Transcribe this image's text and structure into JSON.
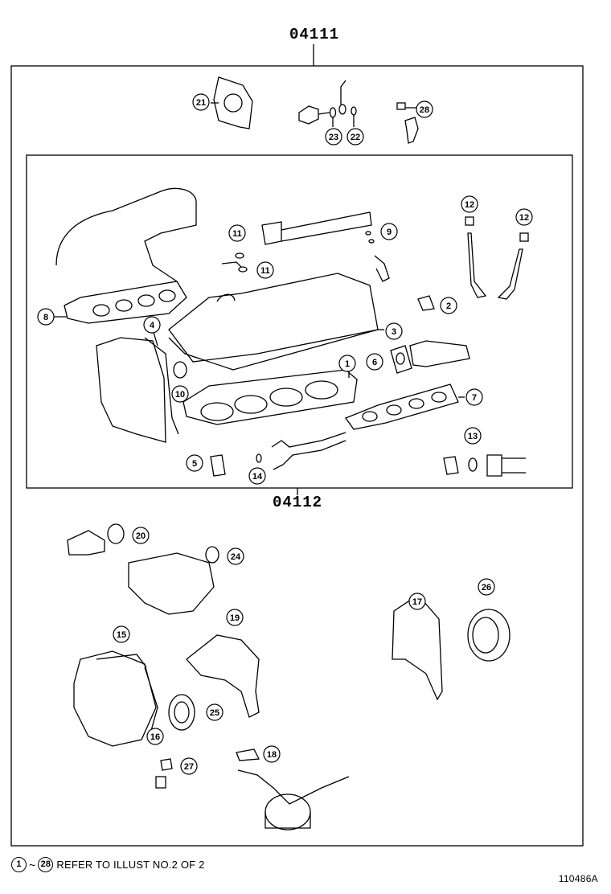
{
  "diagram": {
    "kit_outer_label": "04111",
    "kit_inner_label": "04112",
    "drawing_id": "110486A",
    "footnote": {
      "start": "1",
      "tilde": "~",
      "end": "28",
      "text": "REFER TO ILLUST NO.2 OF 2"
    },
    "callouts": {
      "c1": "1",
      "c2": "2",
      "c3": "3",
      "c4": "4",
      "c5": "5",
      "c6": "6",
      "c7": "7",
      "c8": "8",
      "c9": "9",
      "c10": "10",
      "c11a": "11",
      "c11b": "11",
      "c12a": "12",
      "c12b": "12",
      "c13": "13",
      "c14": "14",
      "c15": "15",
      "c16": "16",
      "c17": "17",
      "c18": "18",
      "c19": "19",
      "c20": "20",
      "c21": "21",
      "c22": "22",
      "c23": "23",
      "c24": "24",
      "c25": "25",
      "c26": "26",
      "c27": "27",
      "c28": "28"
    }
  }
}
